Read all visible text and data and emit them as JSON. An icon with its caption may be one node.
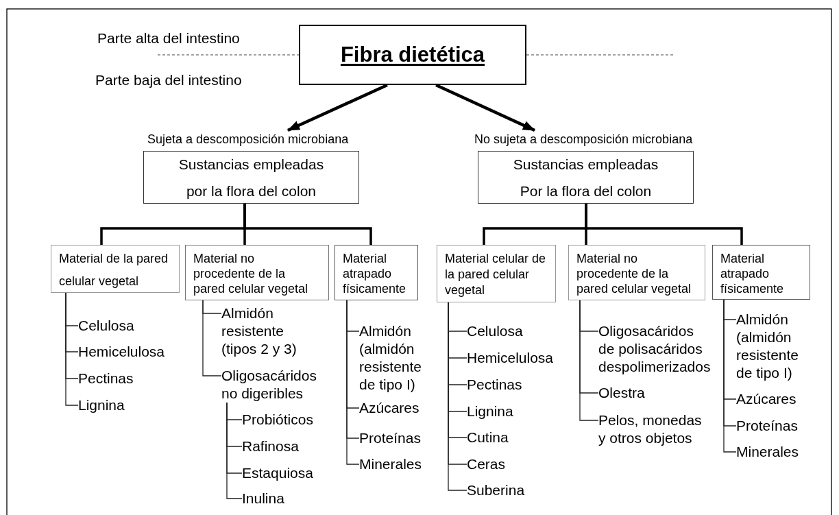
{
  "diagram": {
    "nodes": [
      {
        "text": [
          "Fibra dietética"
        ]
      },
      {
        "text": [
          "Sujeta a descomposición microbiana"
        ]
      },
      {
        "text": [
          "No sujeta a descomposición microbiana"
        ]
      },
      {
        "text": [
          "Sustancias empleadas por la flora del colon"
        ]
      },
      {
        "text": [
          "Sustancias empleadas Por la flora del colon"
        ]
      },
      {
        "text": [
          "Material de la pared celular vegetal"
        ]
      },
      {
        "text": [
          "Material no procedente de la pared celular vegetal"
        ]
      },
      {
        "text": [
          "Material atrapado físicamente"
        ]
      },
      {
        "text": [
          "Material celular de la pared celular vegetal"
        ]
      },
      {
        "text": [
          "Material no procedente de la pared celular vegetal"
        ]
      },
      {
        "text": [
          "Material atrapado físicamente"
        ]
      },
      {
        "text": [
          "Celulosa"
        ]
      },
      {
        "text": [
          "Hemicelulosa"
        ]
      },
      {
        "text": [
          "Pectinas"
        ]
      },
      {
        "text": [
          "Lignina"
        ]
      },
      {
        "text": [
          "Almidón resistente (tipos 2 y 3)"
        ]
      },
      {
        "text": [
          "Oligosacáridos no digeribles"
        ]
      },
      {
        "text": [
          "Probióticos"
        ]
      },
      {
        "text": [
          "Rafinosa"
        ]
      },
      {
        "text": [
          "Estaquiosa"
        ]
      },
      {
        "text": [
          "Inulina"
        ]
      },
      {
        "text": [
          "Almidón (almidón resistente de tipo I)"
        ]
      },
      {
        "text": [
          "Azúcares"
        ]
      },
      {
        "text": [
          "Proteínas"
        ]
      },
      {
        "text": [
          "Minerales"
        ]
      },
      {
        "text": [
          "Celulosa"
        ]
      },
      {
        "text": [
          "Hemicelulosa"
        ]
      },
      {
        "text": [
          "Pectinas"
        ]
      },
      {
        "text": [
          "Lignina"
        ]
      },
      {
        "text": [
          "Cutina"
        ]
      },
      {
        "text": [
          "Ceras"
        ]
      },
      {
        "text": [
          "Suberina"
        ]
      },
      {
        "text": [
          "Oligosacáridos de polisacáridos despolimerizados"
        ]
      },
      {
        "text": [
          "Olestra"
        ]
      },
      {
        "text": [
          "Pelos, monedas y otros objetos"
        ]
      },
      {
        "text": [
          "Almidón (almidón resistente de tipo I)"
        ]
      },
      {
        "text": [
          "Azúcares"
        ]
      },
      {
        "text": [
          "Proteínas"
        ]
      },
      {
        "text": [
          "Minerales"
        ]
      }
    ],
    "edges": [
      {
        "from": 0,
        "to": 1,
        "arrow": "to",
        "style": "thick"
      },
      {
        "from": 0,
        "to": 2,
        "arrow": "to",
        "style": "thick"
      },
      {
        "from": 3,
        "to": 5,
        "arrow": "none",
        "style": "thick"
      },
      {
        "from": 3,
        "to": 6,
        "arrow": "none",
        "style": "thick"
      },
      {
        "from": 3,
        "to": 7,
        "arrow": "none",
        "style": "thick"
      },
      {
        "from": 4,
        "to": 8,
        "arrow": "none",
        "style": "thick"
      },
      {
        "from": 4,
        "to": 9,
        "arrow": "none",
        "style": "thick"
      },
      {
        "from": 4,
        "to": 10,
        "arrow": "none",
        "style": "thick"
      },
      {
        "from": 5,
        "to": 11,
        "arrow": "none"
      },
      {
        "from": 5,
        "to": 12,
        "arrow": "none"
      },
      {
        "from": 5,
        "to": 13,
        "arrow": "none"
      },
      {
        "from": 5,
        "to": 14,
        "arrow": "none"
      },
      {
        "from": 6,
        "to": 15,
        "arrow": "none"
      },
      {
        "from": 6,
        "to": 16,
        "arrow": "none"
      },
      {
        "from": 16,
        "to": 17,
        "arrow": "none"
      },
      {
        "from": 16,
        "to": 18,
        "arrow": "none"
      },
      {
        "from": 16,
        "to": 19,
        "arrow": "none"
      },
      {
        "from": 16,
        "to": 20,
        "arrow": "none"
      },
      {
        "from": 7,
        "to": 21,
        "arrow": "none"
      },
      {
        "from": 7,
        "to": 22,
        "arrow": "none"
      },
      {
        "from": 7,
        "to": 23,
        "arrow": "none"
      },
      {
        "from": 7,
        "to": 24,
        "arrow": "none"
      },
      {
        "from": 8,
        "to": 25,
        "arrow": "none"
      },
      {
        "from": 8,
        "to": 26,
        "arrow": "none"
      },
      {
        "from": 8,
        "to": 27,
        "arrow": "none"
      },
      {
        "from": 8,
        "to": 28,
        "arrow": "none"
      },
      {
        "from": 8,
        "to": 29,
        "arrow": "none"
      },
      {
        "from": 8,
        "to": 30,
        "arrow": "none"
      },
      {
        "from": 8,
        "to": 31,
        "arrow": "none"
      },
      {
        "from": 9,
        "to": 32,
        "arrow": "none"
      },
      {
        "from": 9,
        "to": 33,
        "arrow": "none"
      },
      {
        "from": 9,
        "to": 34,
        "arrow": "none"
      },
      {
        "from": 10,
        "to": 35,
        "arrow": "none"
      },
      {
        "from": 10,
        "to": 36,
        "arrow": "none"
      },
      {
        "from": 10,
        "to": 37,
        "arrow": "none"
      },
      {
        "from": 10,
        "to": 38,
        "arrow": "none"
      }
    ],
    "labels": [
      "Parte alta del intestino",
      "Parte baja del intestino"
    ]
  }
}
